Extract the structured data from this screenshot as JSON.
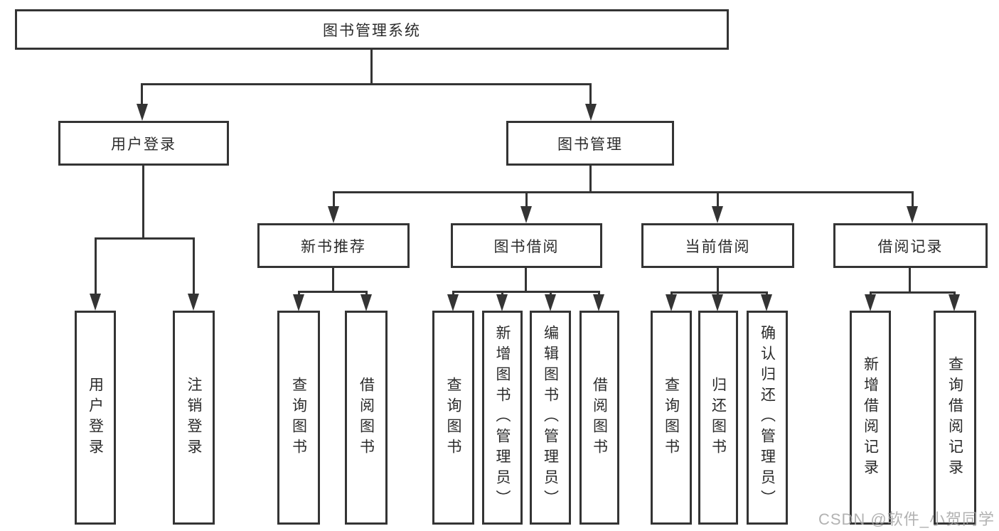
{
  "title": "图书管理系统",
  "watermark": "CSDN @软件_小贺同学",
  "colors": {
    "line": "#343434",
    "text": "#2b2b2b",
    "background": "#ffffff",
    "watermark": "#a5a5a5"
  },
  "level2": [
    {
      "label": "用户登录"
    },
    {
      "label": "图书管理"
    }
  ],
  "level3": [
    {
      "label": "新书推荐"
    },
    {
      "label": "图书借阅"
    },
    {
      "label": "当前借阅"
    },
    {
      "label": "借阅记录"
    }
  ],
  "leaves": [
    {
      "label": "用户登录"
    },
    {
      "label": "注销登录"
    },
    {
      "label": "查询图书"
    },
    {
      "label": "借阅图书"
    },
    {
      "label": "查询图书"
    },
    {
      "label": "新增图书（管理员）"
    },
    {
      "label": "编辑图书（管理员）"
    },
    {
      "label": "借阅图书"
    },
    {
      "label": "查询图书"
    },
    {
      "label": "归还图书"
    },
    {
      "label": "确认归还（管理员）"
    },
    {
      "label": "新增借阅记录"
    },
    {
      "label": "查询借阅记录"
    }
  ]
}
